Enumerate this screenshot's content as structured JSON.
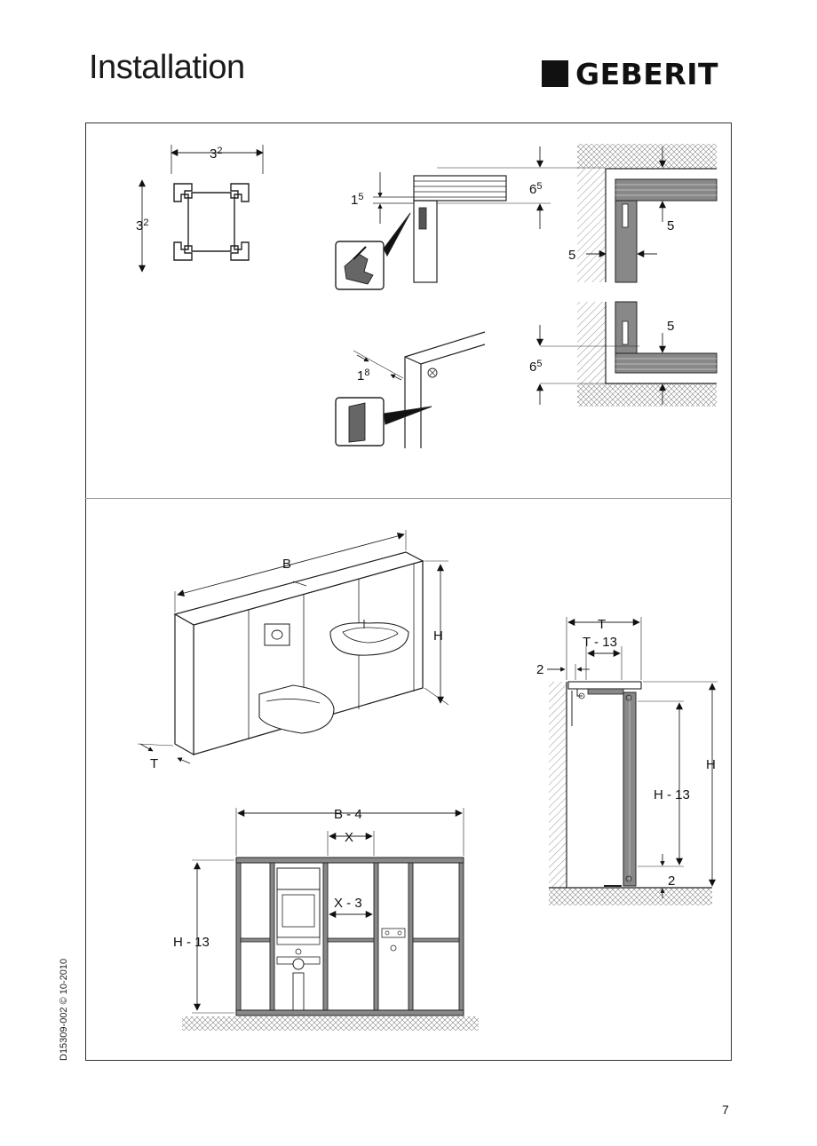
{
  "header": {
    "title": "Installation",
    "brand": "GEBERIT"
  },
  "footer": {
    "doc_code": "D15309-002 © 10-2010",
    "page_number": "7"
  },
  "dimensions": {
    "profile_width": "3",
    "profile_width_sup": "2",
    "profile_height": "3",
    "profile_height_sup": "2",
    "clip_gap": "1",
    "clip_gap_sup": "5",
    "top_offset": "6",
    "top_offset_sup": "5",
    "top_inset": "5",
    "side_inset": "5",
    "bottom_inset": "5",
    "bottom_offset": "6",
    "bottom_offset_sup": "5",
    "board_thickness": "1",
    "board_thickness_sup": "8",
    "width_b": "B",
    "height_h": "H",
    "depth_t": "T",
    "depth_t_label": "T",
    "depth_t_minus": "T - 13",
    "gap_2_top": "2",
    "gap_2_bottom": "2",
    "height_h_right": "H",
    "height_h_minus_right": "H - 13",
    "width_b_minus": "B - 4",
    "spacing_x": "X",
    "spacing_x_minus": "X - 3",
    "height_h_minus_front": "H - 13"
  }
}
